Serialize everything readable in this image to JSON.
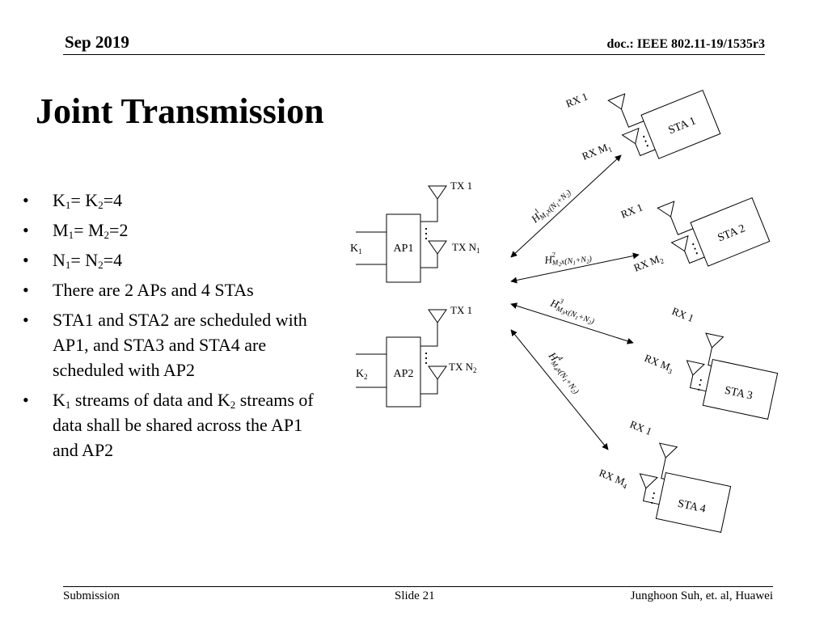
{
  "header": {
    "date": "Sep 2019",
    "doc": "doc.: IEEE 802.11-19/1535r3"
  },
  "slide": {
    "title": "Joint Transmission",
    "bullets": [
      {
        "html": "K<sub>1</sub>= K<sub>2</sub>=4"
      },
      {
        "html": "M<sub>1</sub>= M<sub>2</sub>=2"
      },
      {
        "html": "N<sub>1</sub>= N<sub>2</sub>=4"
      },
      {
        "html": "There are 2 APs and 4 STAs"
      },
      {
        "html": "STA1 and STA2 are scheduled with AP1, and STA3 and STA4 are scheduled with AP2"
      },
      {
        "html": "K<sub>1</sub> streams of data and K<sub>2</sub> streams of data shall be shared across the AP1 and AP2"
      }
    ],
    "bullet_symbol": "•"
  },
  "diagram": {
    "ap1": {
      "name": "AP1",
      "input_label": "K",
      "input_sub": "1",
      "tx_top": "TX 1",
      "tx_bottom": "TX N",
      "tx_bottom_sub": "1"
    },
    "ap2": {
      "name": "AP2",
      "input_label": "K",
      "input_sub": "2",
      "tx_top": "TX 1",
      "tx_bottom": "TX N",
      "tx_bottom_sub": "2"
    },
    "stas": [
      {
        "name": "STA 1",
        "rx_top": "RX 1",
        "rx_bottom": "RX M",
        "rx_sub": "1"
      },
      {
        "name": "STA 2",
        "rx_top": "RX 1",
        "rx_bottom": "RX M",
        "rx_sub": "2"
      },
      {
        "name": "STA 3",
        "rx_top": "RX 1",
        "rx_bottom": "RX M",
        "rx_sub": "3"
      },
      {
        "name": "STA 4",
        "rx_top": "RX 1",
        "rx_bottom": "RX M",
        "rx_sub": "4"
      }
    ],
    "channels": [
      {
        "H": "H",
        "sup": "1",
        "sub": "M",
        "subsub": "1",
        "rest": "x(N",
        "n1": "1",
        "plus": "+N",
        "n2": "2",
        "close": ")"
      },
      {
        "H": "H",
        "sup": "2",
        "sub": "M",
        "subsub": "2",
        "rest": "x(N",
        "n1": "1",
        "plus": "+N",
        "n2": "2",
        "close": ")"
      },
      {
        "H": "H",
        "sup": "3",
        "sub": "M",
        "subsub": "3",
        "rest": "x(N",
        "n1": "1",
        "plus": "+N",
        "n2": "2",
        "close": ")"
      },
      {
        "H": "H",
        "sup": "4",
        "sub": "M",
        "subsub": "4",
        "rest": "x(N",
        "n1": "1",
        "plus": "+N",
        "n2": "2",
        "close": ")"
      }
    ]
  },
  "footer": {
    "left": "Submission",
    "center": "Slide 21",
    "right": "Junghoon Suh, et. al, Huawei"
  }
}
